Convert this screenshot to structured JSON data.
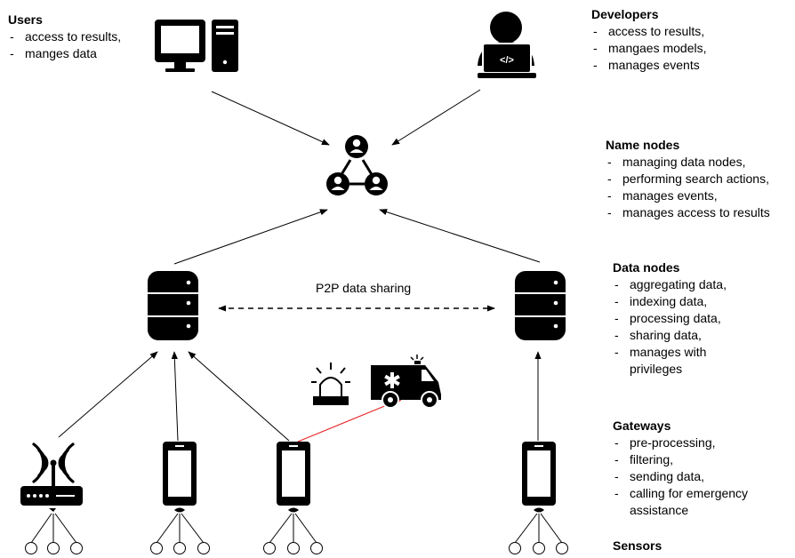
{
  "roles": {
    "users": {
      "title": "Users",
      "items": [
        "access to results,",
        "manges data"
      ],
      "icon": "desktop-computer-icon"
    },
    "developers": {
      "title": "Developers",
      "items": [
        "access to results,",
        "mangaes models,",
        "manages events"
      ],
      "icon": "developer-laptop-icon",
      "code_glyph": "</>"
    },
    "name_nodes": {
      "title": "Name nodes",
      "items": [
        "managing data nodes,",
        "performing search actions,",
        "manages events,",
        "manages access to results"
      ],
      "icon": "network-users-icon"
    },
    "data_nodes": {
      "title": "Data nodes",
      "items": [
        "aggregating data,",
        "indexing data,",
        "processing data,",
        "sharing data,",
        "manages with privileges"
      ],
      "icon": "database-icon"
    },
    "gateways": {
      "title": "Gateways",
      "items": [
        "pre-processing,",
        "filtering,",
        "sending data,",
        "calling for emergency assistance"
      ],
      "icons": [
        "wifi-router-icon",
        "smartphone-icon"
      ]
    },
    "sensors": {
      "title": "Sensors",
      "icon": "sensor-node-icon"
    }
  },
  "p2p_label": "P2P data sharing",
  "emergency": {
    "icons": [
      "siren-icon",
      "ambulance-icon"
    ]
  },
  "colors": {
    "stroke": "#000000",
    "emergency_arrow": "#e8262a",
    "background": "#ffffff"
  }
}
